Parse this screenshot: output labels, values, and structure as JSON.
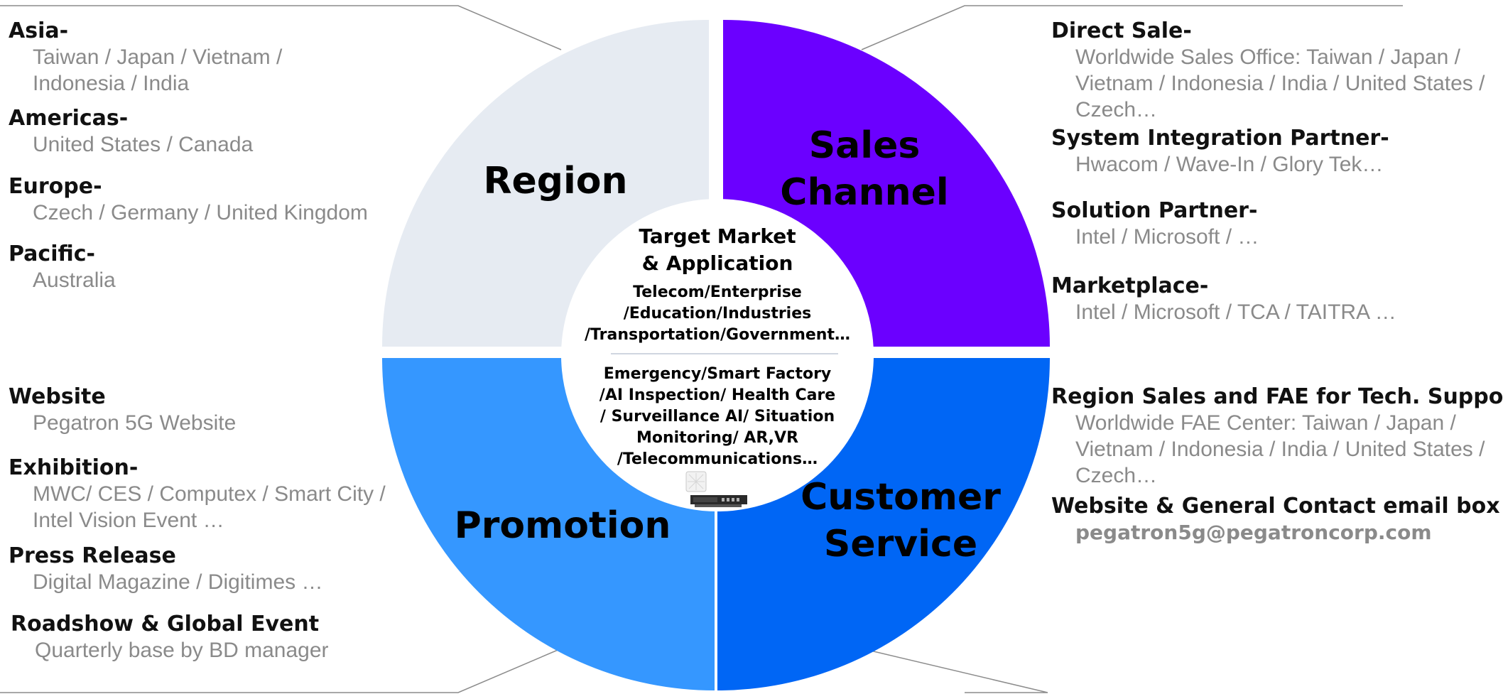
{
  "colors": {
    "region": "#e6ebf2",
    "sales_channel": "#6b00ff",
    "promotion": "#3597ff",
    "customer_service": "#0066f5",
    "center": "#ffffff",
    "connector": "#8c8c8c",
    "heading_text": "#111111",
    "body_text": "#8a8a8a"
  },
  "quadrants": {
    "region": "Region",
    "sales_channel_line1": "Sales",
    "sales_channel_line2": "Channel",
    "promotion": "Promotion",
    "customer_service_line1": "Customer",
    "customer_service_line2": "Service"
  },
  "center": {
    "title_line1": "Target Market",
    "title_line2": "& Application",
    "markets": [
      "Telecom/Enterprise",
      "/Education/Industries",
      "/Transportation/Government…"
    ],
    "applications": [
      "Emergency/Smart Factory",
      "/AI Inspection/ Health Care",
      "/ Surveillance AI/ Situation",
      "Monitoring/ AR,VR",
      "/Telecommunications…"
    ],
    "icons": [
      "small-cell-radio-icon",
      "network-server-icon"
    ]
  },
  "region_list": {
    "asia_heading": "Asia-",
    "asia_line1": "Taiwan / Japan / Vietnam /",
    "asia_line2": "Indonesia / India",
    "americas_heading": "Americas-",
    "americas_line1": "United States / Canada",
    "europe_heading": "Europe-",
    "europe_line1": "Czech / Germany / United Kingdom",
    "pacific_heading": "Pacific-",
    "pacific_line1": "Australia"
  },
  "promotion_list": {
    "website_heading": "Website",
    "website_line1": "Pegatron 5G Website",
    "exhibition_heading": "Exhibition-",
    "exhibition_line1": "MWC/ CES / Computex / Smart City /",
    "exhibition_line2": "Intel Vision Event …",
    "press_heading": "Press Release",
    "press_line1": "Digital Magazine / Digitimes …",
    "roadshow_heading": "Roadshow & Global Event",
    "roadshow_line1": "Quarterly base by BD manager"
  },
  "sales_list": {
    "direct_heading": "Direct Sale-",
    "direct_line1": "Worldwide Sales Office: Taiwan / Japan /",
    "direct_line2": "Vietnam / Indonesia / India / United States /",
    "direct_line3": "Czech…",
    "si_heading": "System Integration Partner-",
    "si_line1": "Hwacom / Wave-In / Glory Tek…",
    "solution_heading": "Solution Partner-",
    "solution_line1": "Intel / Microsoft / …",
    "market_heading": "Marketplace-",
    "market_line1": "Intel / Microsoft / TCA / TAITRA …"
  },
  "service_list": {
    "fae_heading": "Region Sales and FAE for Tech. Support-",
    "fae_line1": "Worldwide FAE Center: Taiwan / Japan /",
    "fae_line2": "Vietnam / Indonesia / India / United States /",
    "fae_line3": "Czech…",
    "contact_heading": "Website & General Contact email box",
    "contact_email": "pegatron5g@pegatroncorp.com"
  }
}
